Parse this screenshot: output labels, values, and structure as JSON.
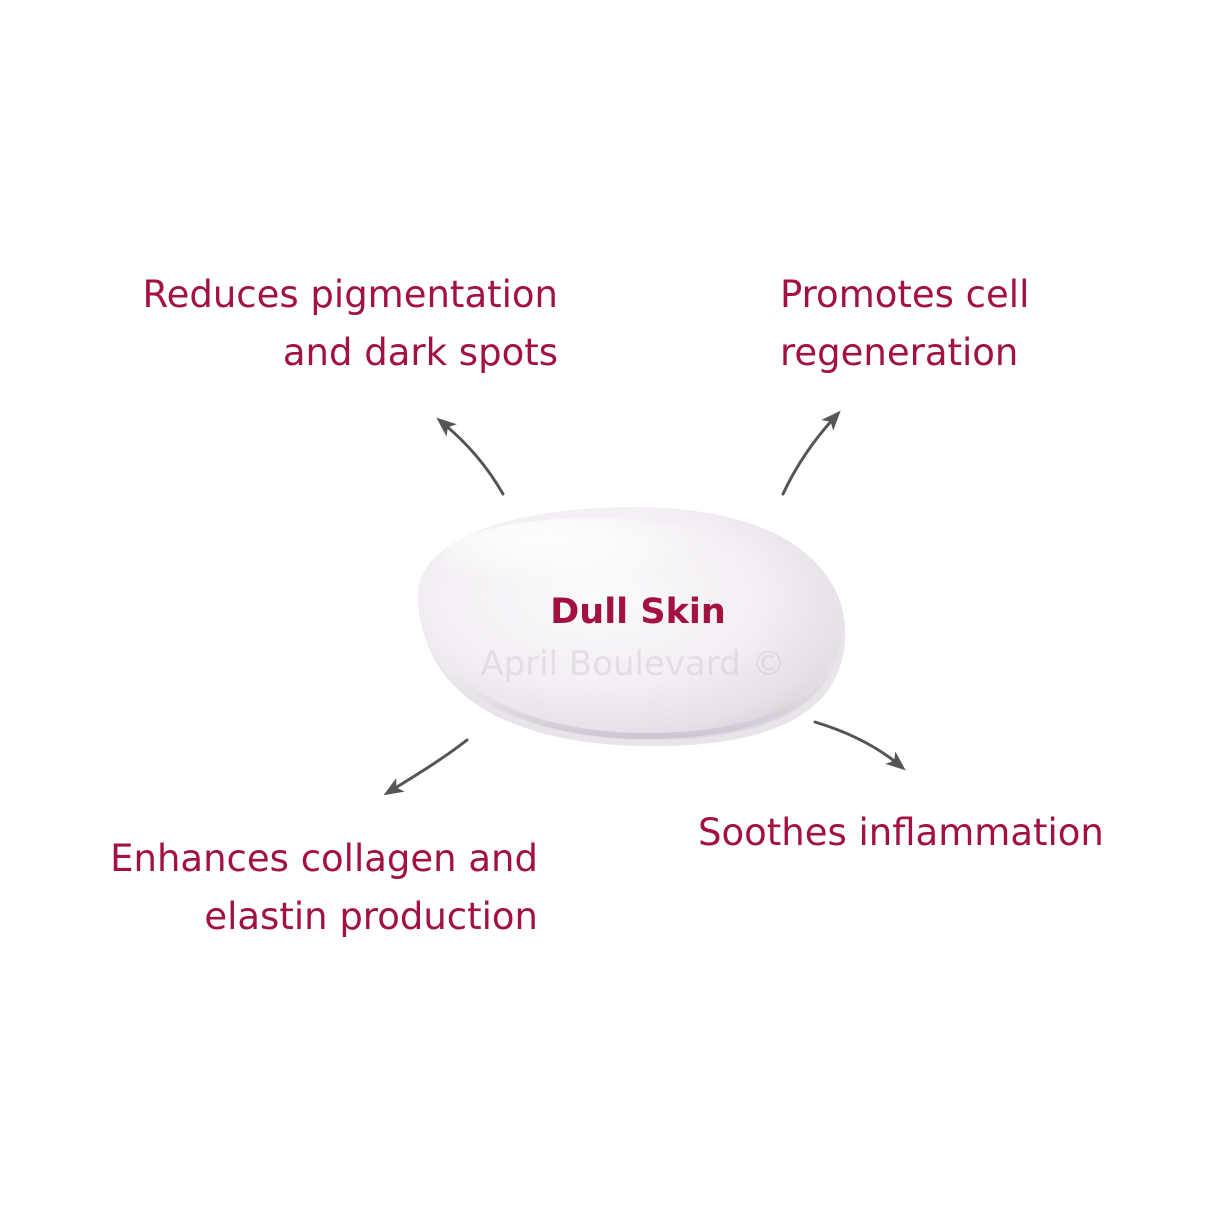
{
  "colors": {
    "accent": "#a3123f",
    "arrow": "#555555",
    "watermark": "#c7bcc4"
  },
  "center": {
    "title": "Dull Skin",
    "watermark": "April Boulevard ©"
  },
  "benefits": {
    "top_left": {
      "line1": "Reduces pigmentation",
      "line2": "and dark spots"
    },
    "top_right": {
      "line1": "Promotes cell",
      "line2": "regeneration"
    },
    "bottom_left": {
      "line1": "Enhances collagen and",
      "line2": "elastin production"
    },
    "bottom_right": {
      "line1": "Soothes inflammation"
    }
  }
}
